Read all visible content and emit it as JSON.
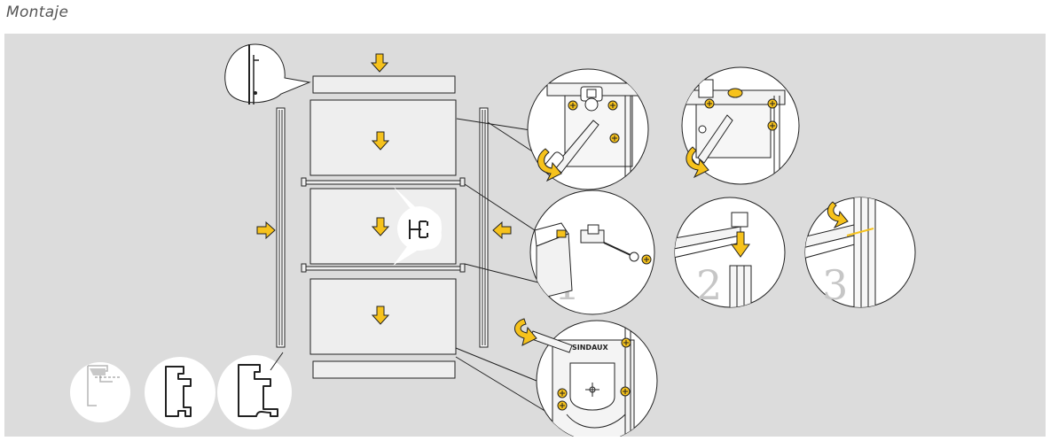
{
  "page": {
    "title": "Montaje"
  },
  "colors": {
    "background": "#dcdcdc",
    "arrow_fill": "#f6c21c",
    "line": "#222222",
    "panel_fill": "#eeeeee",
    "circle_fill": "#ffffff",
    "step_number": "#c6c6c6"
  },
  "icons": [
    "down-arrow-icon",
    "right-arrow-icon",
    "left-arrow-icon",
    "rotate-arrow-icon",
    "screwdriver-icon",
    "screw-icon"
  ],
  "steps": [
    {
      "number": "1"
    },
    {
      "number": "2"
    },
    {
      "number": "3"
    }
  ],
  "details": {
    "brand_label": "SINDAUX"
  }
}
